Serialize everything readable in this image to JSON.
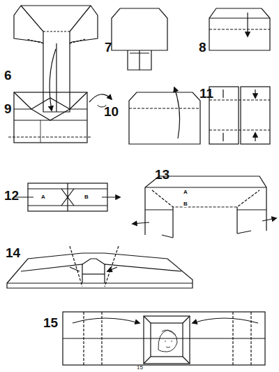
{
  "diagram": {
    "labels": [
      "6",
      "7",
      "8",
      "9",
      "10",
      "11",
      "12",
      "A",
      "B",
      "13",
      "A",
      "B",
      "14",
      "15",
      "15"
    ]
  }
}
